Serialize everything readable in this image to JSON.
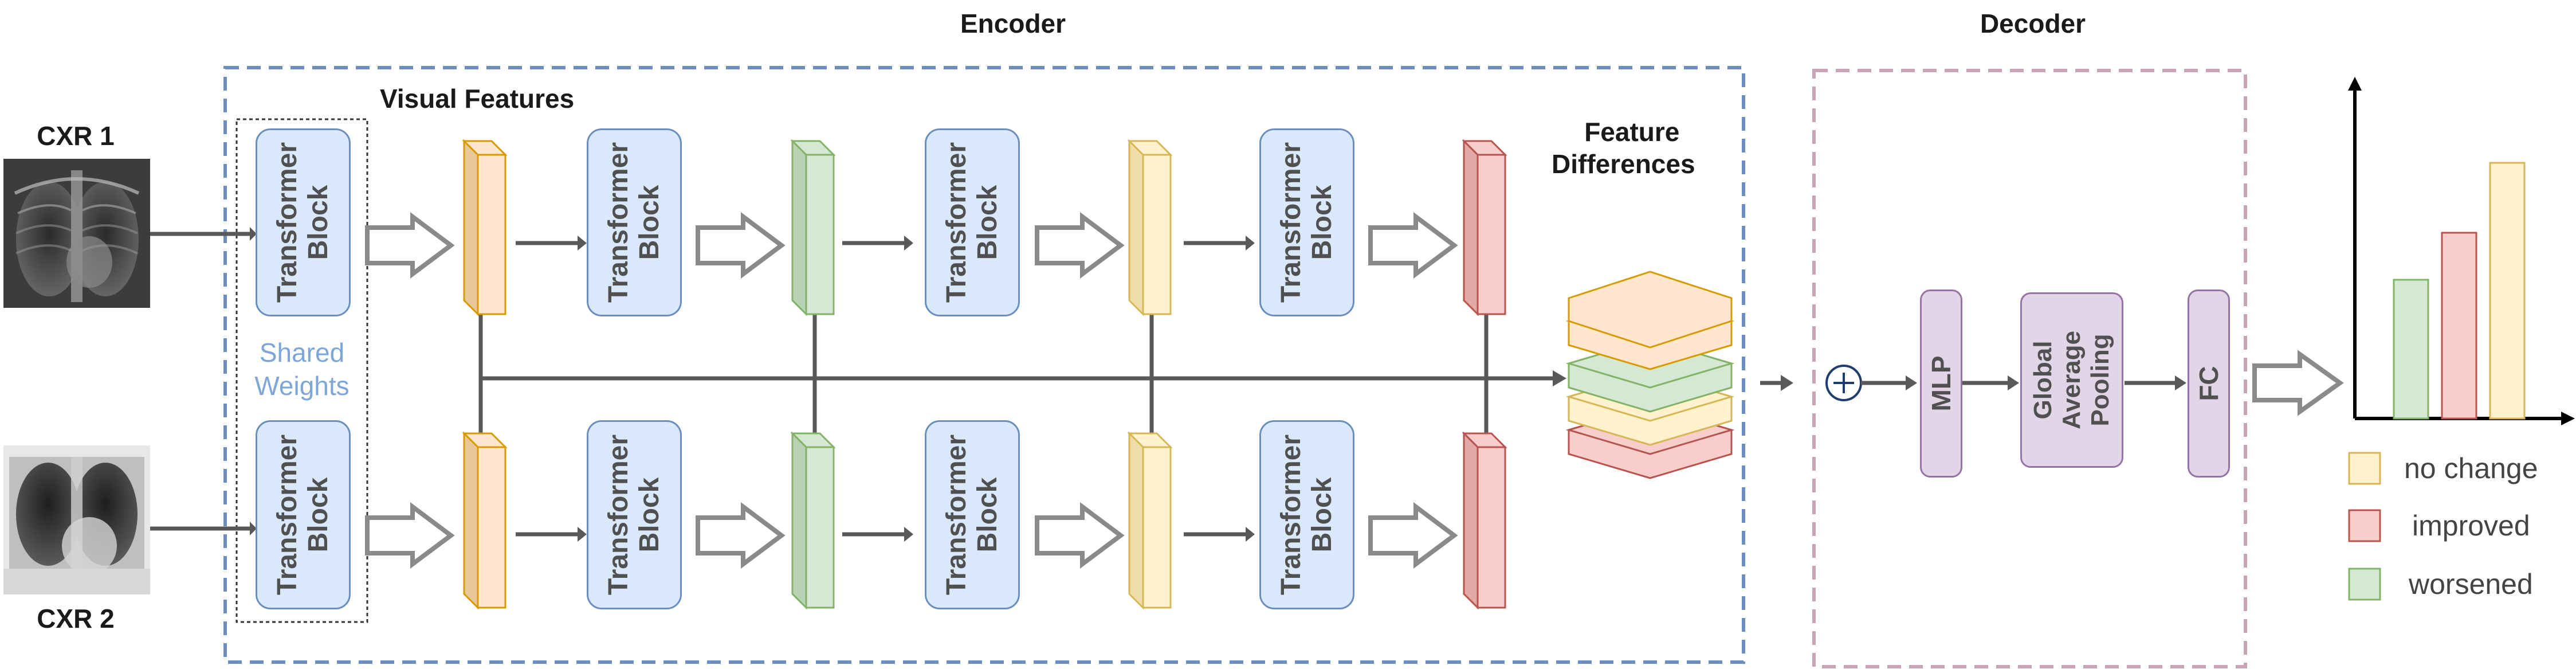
{
  "encoder": {
    "title": "Encoder",
    "visual_features_label": "Visual Features",
    "feature_differences_label": [
      "Feature",
      "Differences"
    ],
    "shared_weights_label": [
      "Shared",
      "Weights"
    ],
    "transformer_block_label": [
      "Transformer",
      "Block"
    ]
  },
  "inputs": {
    "cxr1_label": "CXR 1",
    "cxr2_label": "CXR 2"
  },
  "decoder": {
    "title": "Decoder",
    "sum_symbol": "+",
    "mlp_label": "MLP",
    "pooling_label": [
      "Global",
      "Average",
      "Pooling"
    ],
    "fc_label": "FC"
  },
  "output_chart": {
    "legend": [
      {
        "label": "no change",
        "color": "#fff2cc",
        "border": "#d6b656"
      },
      {
        "label": "improved",
        "color": "#f8cecc",
        "border": "#b85450"
      },
      {
        "label": "worsened",
        "color": "#d5e8d4",
        "border": "#82b366"
      }
    ]
  },
  "colors": {
    "encoder_border": "#6c8ebf",
    "decoder_border": "#c9a3b6",
    "feature_orange": "#ffe6cc",
    "feature_green": "#d5e8d4",
    "feature_yellow": "#fff2cc",
    "feature_red": "#f8cecc",
    "arrow_gray": "#595959"
  }
}
